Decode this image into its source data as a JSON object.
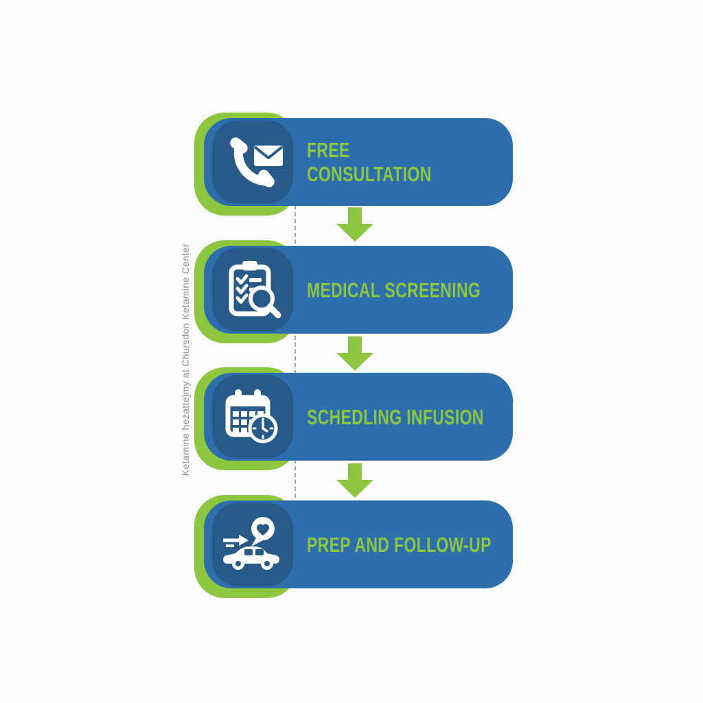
{
  "colors": {
    "background": "#fbfbfb",
    "card_blue": "#2d6fad",
    "tile_blue": "#285a89",
    "accent_green": "#8dc63f",
    "text_green": "#8dc63f",
    "dash_gray": "#9fa8ae",
    "watermark_gray": "#8d939a",
    "icon_white": "#ffffff"
  },
  "watermark": {
    "text": "Ketamine hezattejmy at Chursdon Ketamine Center"
  },
  "steps": [
    {
      "icon": "phone-envelope-icon",
      "lines": [
        "FREE",
        "CONSULTATION"
      ]
    },
    {
      "icon": "clipboard-magnifier-icon",
      "lines": [
        "MEDICAL SCREENING"
      ]
    },
    {
      "icon": "calendar-clock-icon",
      "lines": [
        "SCHEDLING INFUSION"
      ]
    },
    {
      "icon": "car-heart-icon",
      "lines": [
        "PREP AND FOLLOW-UP"
      ]
    }
  ],
  "connector": {
    "type": "down-arrow",
    "count": 3,
    "color": "#8dc63f"
  }
}
